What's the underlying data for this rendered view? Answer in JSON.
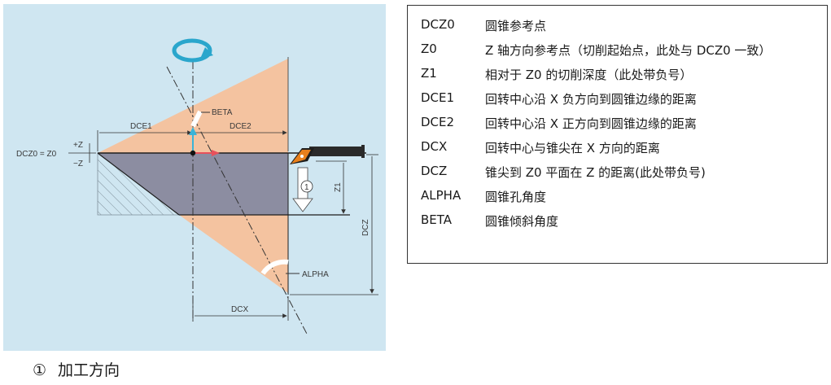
{
  "diagram": {
    "labels": {
      "beta": "BETA",
      "dce1": "DCE1",
      "dce2": "DCE2",
      "plus_z": "+Z",
      "minus_z": "−Z",
      "dcz0_z0": "DCZ0 = Z0",
      "z1": "Z1",
      "dcz": "DCZ",
      "alpha": "ALPHA",
      "dcx": "DCX",
      "callout_1": "1"
    },
    "colors": {
      "background": "#cfe6f1",
      "cone": "#f4c3a0",
      "bore": "#8c8da1",
      "tool_insert": "#e8801c",
      "arrow_cyan": "#3ab4d8",
      "arrow_red": "#e8505b",
      "rotation_cyan": "#2aa6cc"
    }
  },
  "legend": [
    {
      "code": "DCZ0",
      "desc": "圆锥参考点"
    },
    {
      "code": "Z0",
      "desc": "Z 轴方向参考点（切削起始点，此处与 DCZ0 一致）"
    },
    {
      "code": "Z1",
      "desc": "相对于 Z0 的切削深度（此处带负号）"
    },
    {
      "code": "DCE1",
      "desc": "回转中心沿 X 负方向到圆锥边缘的距离"
    },
    {
      "code": "DCE2",
      "desc": "回转中心沿 X 正方向到圆锥边缘的距离"
    },
    {
      "code": "DCX",
      "desc": "回转中心与锥尖在 X 方向的距离"
    },
    {
      "code": "DCZ",
      "desc": "锥尖到 Z0 平面在 Z 的距离(此处带负号)"
    },
    {
      "code": "ALPHA",
      "desc": "圆锥孔角度"
    },
    {
      "code": "BETA",
      "desc": "圆锥倾斜角度"
    }
  ],
  "footnote": {
    "marker": "①",
    "text": "加工方向"
  }
}
